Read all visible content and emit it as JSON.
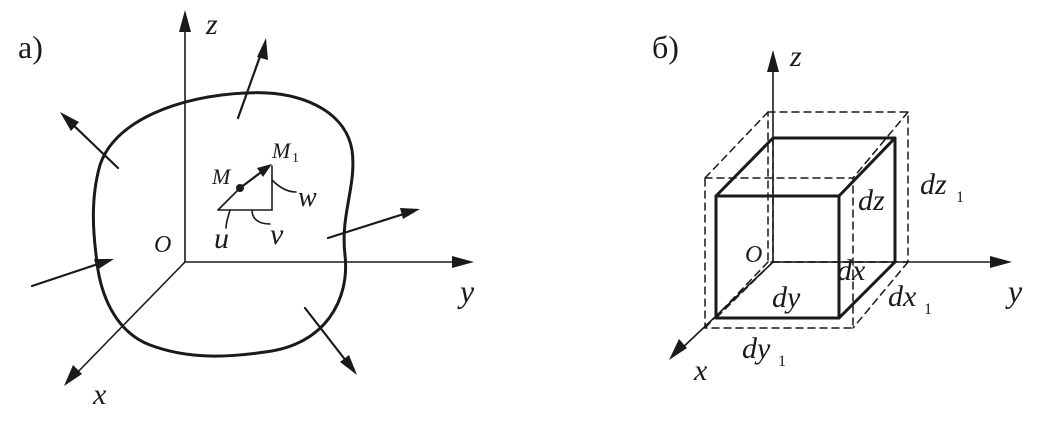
{
  "panel_a": {
    "label": "а)",
    "axes": {
      "z": "z",
      "y": "y",
      "x": "x",
      "origin": "O"
    },
    "points": {
      "m": "M",
      "m1": "M",
      "m1_sub": "1"
    },
    "displacements": {
      "u": "u",
      "v": "v",
      "w": "w"
    }
  },
  "panel_b": {
    "label": "б)",
    "axes": {
      "z": "z",
      "y": "y",
      "x": "x",
      "origin": "O"
    },
    "edges": {
      "dx": "dx",
      "dy": "dy",
      "dz": "dz",
      "dx1": "dx",
      "dy1": "dy",
      "dz1": "dz",
      "sub": "1"
    }
  }
}
